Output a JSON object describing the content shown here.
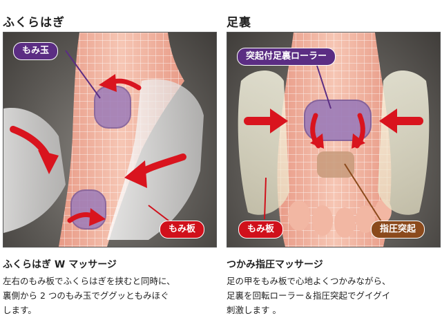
{
  "panels": {
    "calf": {
      "heading": "ふくらはぎ",
      "subtitle": "ふくらはぎ W マッサージ",
      "desc_lines": [
        "左右のもみ板でふくらはぎを挟むと同時に、",
        "裏側から 2 つのもみ玉でググッともみほぐ",
        "します。"
      ],
      "label_ball": "もみ玉",
      "label_plate": "もみ板"
    },
    "foot": {
      "heading": "足裏",
      "subtitle": "つかみ指圧マッサージ",
      "desc_lines": [
        "足の甲をもみ板で心地よくつかみながら、",
        "足裏を回転ローラー＆指圧突起でグイグイ",
        "刺激します 。"
      ],
      "label_roller": "突起付足裏ローラー",
      "label_plate": "もみ板",
      "label_acupressure": "指圧突起"
    }
  },
  "colors": {
    "callout_purple": "#5b2d83",
    "callout_red": "#d0101b",
    "callout_brown": "#8b4a1c",
    "arrow_red": "#d9141e"
  }
}
